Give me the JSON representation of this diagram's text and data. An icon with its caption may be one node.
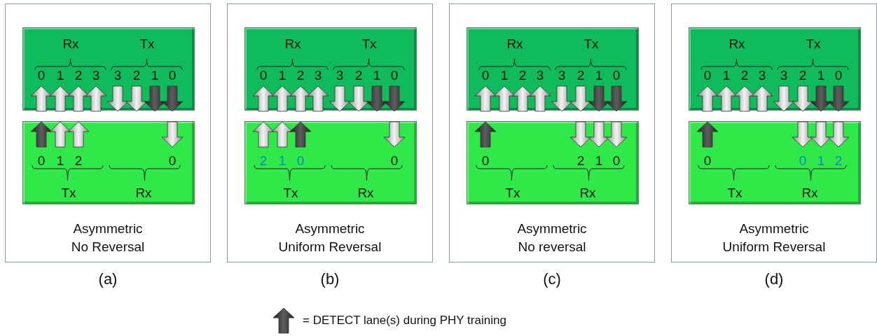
{
  "diagram": {
    "nodes": [
      {
        "text": [
          "Asymmetric No Reversal"
        ],
        "beside": [
          "(a)"
        ]
      },
      {
        "text": [
          "Rx",
          "Tx",
          "0",
          "1",
          "2",
          "3",
          "3",
          "2",
          "1",
          "0"
        ],
        "in": 0
      },
      {
        "text": [
          "0",
          "1",
          "2",
          "0",
          "Tx",
          "Rx"
        ],
        "in": 0
      },
      {
        "text": [
          "Asymmetric Uniform Reversal"
        ],
        "beside": [
          "(b)"
        ]
      },
      {
        "text": [
          "Rx",
          "Tx",
          "0",
          "1",
          "2",
          "3",
          "3",
          "2",
          "1",
          "0"
        ],
        "in": 3
      },
      {
        "text": [
          "2",
          "1",
          "0",
          "0",
          "Tx",
          "Rx"
        ],
        "in": 3
      },
      {
        "text": [
          "Asymmetric No reversal"
        ],
        "beside": [
          "(c)"
        ]
      },
      {
        "text": [
          "Rx",
          "Tx",
          "0",
          "1",
          "2",
          "3",
          "3",
          "2",
          "1",
          "0"
        ],
        "in": 6
      },
      {
        "text": [
          "0",
          "2",
          "1",
          "0",
          "Tx",
          "Rx"
        ],
        "in": 6
      },
      {
        "text": [
          "Asymmetric Uniform Reversal"
        ],
        "beside": [
          "(d)"
        ]
      },
      {
        "text": [
          "Rx",
          "Tx",
          "0",
          "1",
          "2",
          "3",
          "3",
          "2",
          "1",
          "0"
        ],
        "in": 9
      },
      {
        "text": [
          "0",
          "0",
          "1",
          "2",
          "Tx",
          "Rx"
        ],
        "in": 9
      }
    ],
    "legend": [
      {
        "text": "= DETECT lane(s) during PHY training"
      }
    ]
  }
}
